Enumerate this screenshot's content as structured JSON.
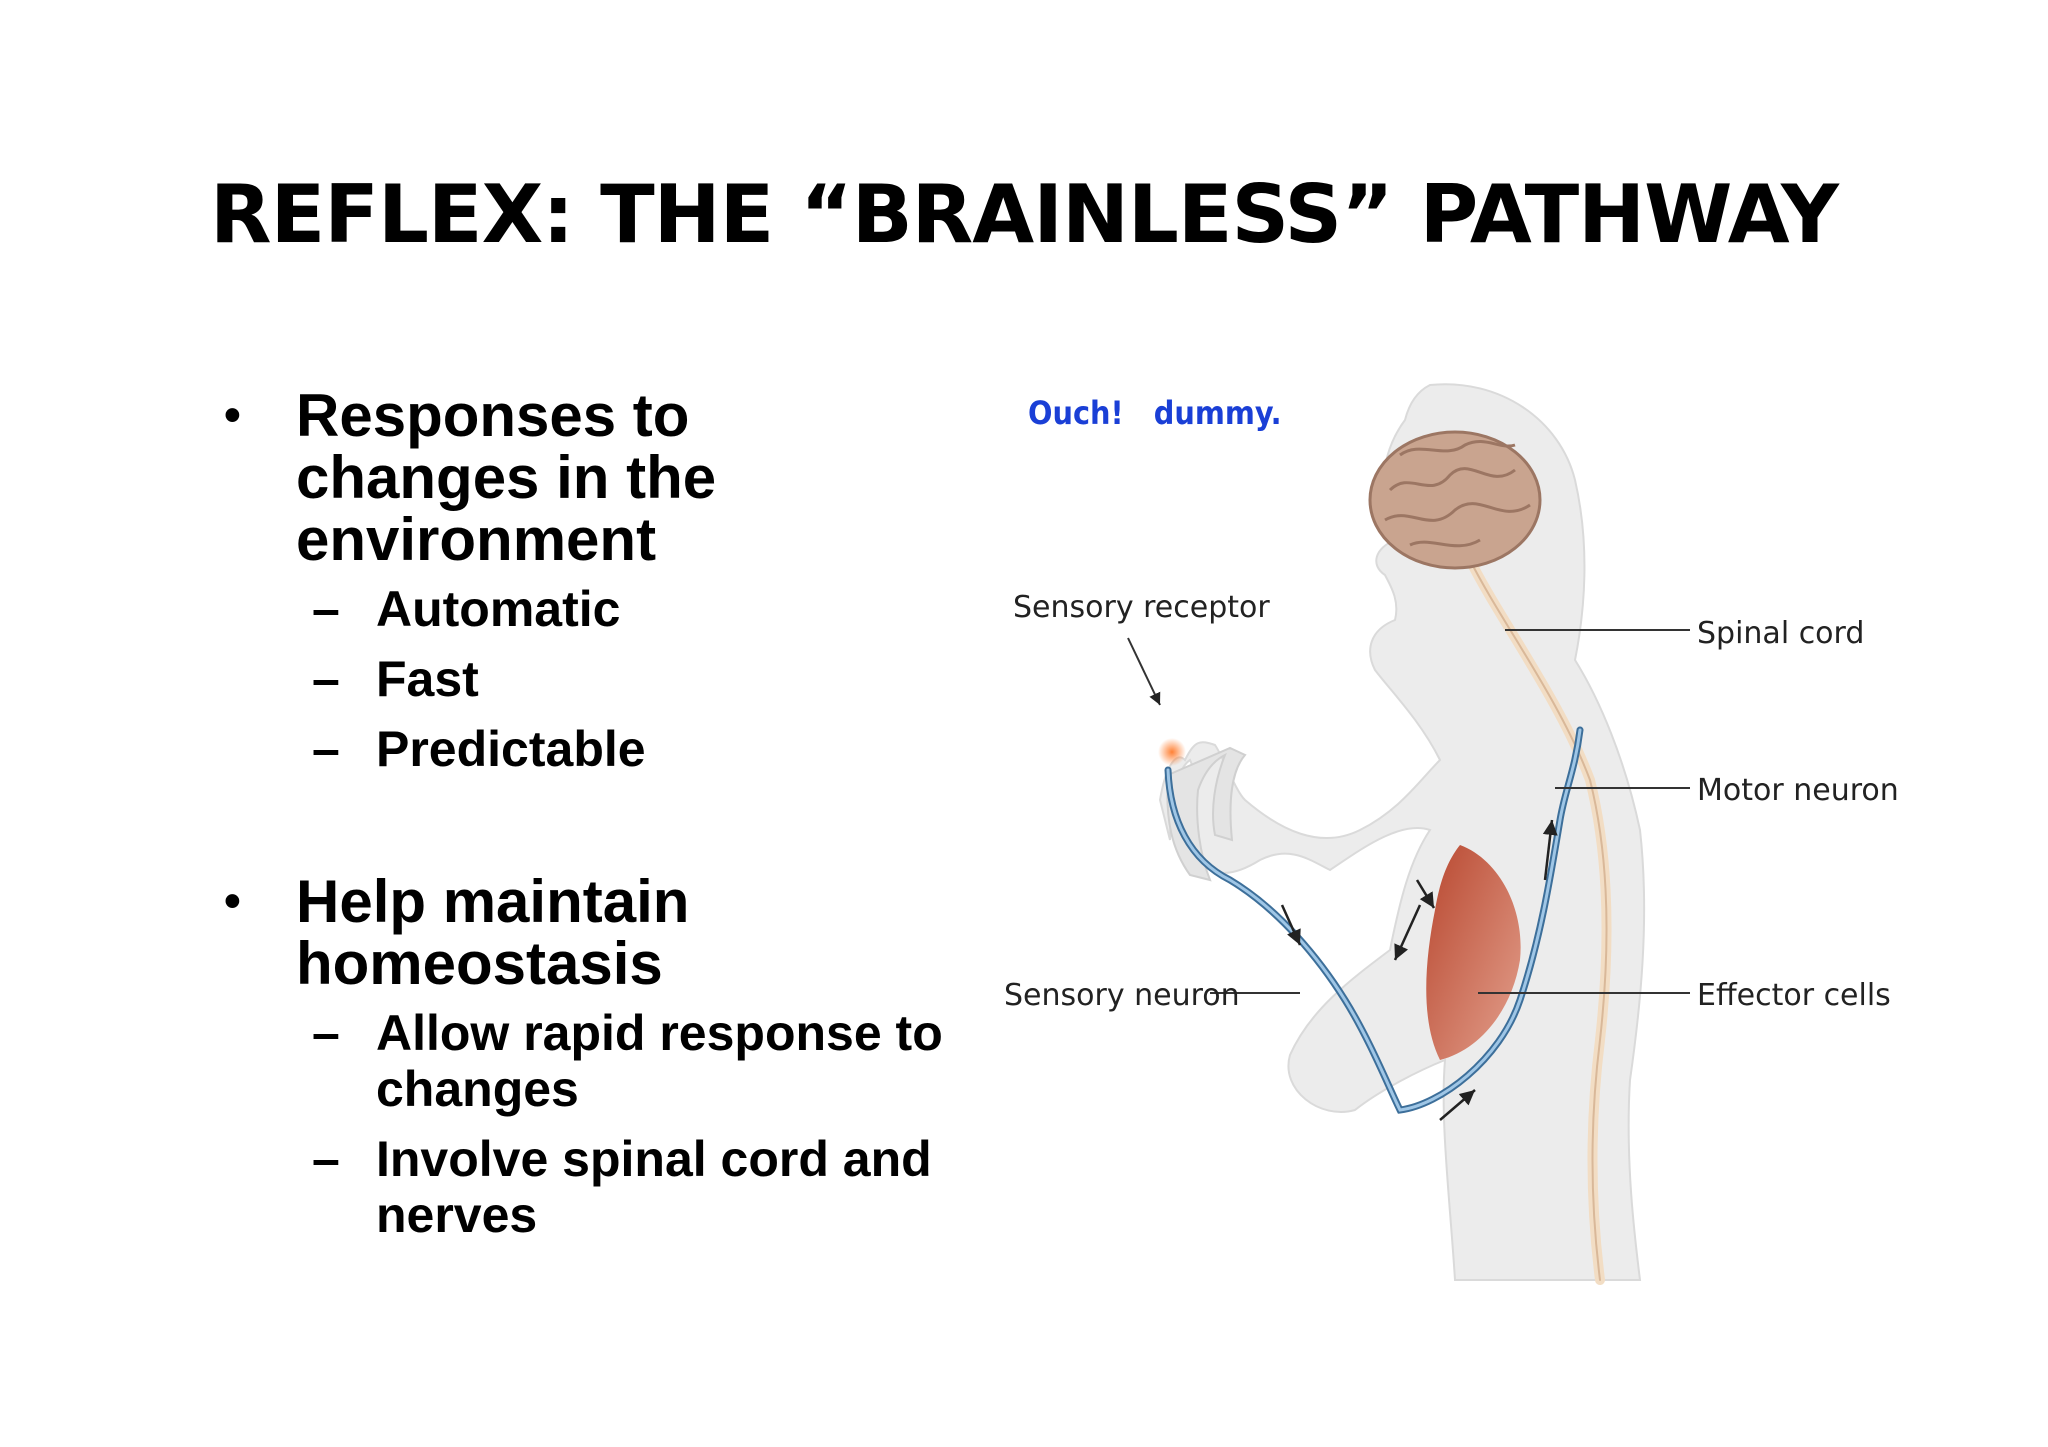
{
  "slide": {
    "title": "REFLEX: THE “BRAINLESS” PATHWAY"
  },
  "bullets": [
    {
      "text": "Responses to changes in the environment",
      "subs": [
        "Automatic",
        "Fast",
        "Predictable"
      ]
    },
    {
      "text": "Help maintain homeostasis",
      "subs": [
        "Allow rapid response to changes",
        "Involve spinal cord and nerves"
      ]
    }
  ],
  "diagram": {
    "caption": "Ouch!   dummy.",
    "labels": {
      "sensory_receptor": "Sensory receptor",
      "spinal_cord": "Spinal cord",
      "motor_neuron": "Motor neuron",
      "sensory_neuron": "Sensory neuron",
      "effector_cells": "Effector cells"
    },
    "colors": {
      "caption": "#1a3fd6",
      "body": "#ececec",
      "spinal_cord": "#f2ddc4",
      "neuron": "#5b8db8",
      "muscle": "#c8553d",
      "brain": "#c9a48f"
    }
  }
}
